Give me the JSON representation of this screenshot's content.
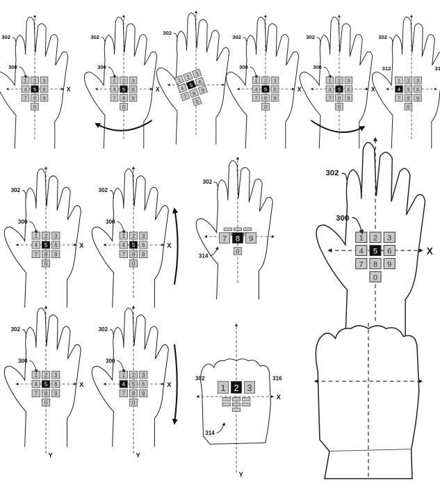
{
  "labels": {
    "hand": "302",
    "keypad": "300",
    "x_axis": "X",
    "y_axis": "Y",
    "ref_312": "312",
    "ref_314": "314",
    "ref_316": "316",
    "ref_partial": "31"
  },
  "keys": [
    "1",
    "2",
    "3",
    "4",
    "5",
    "6",
    "7",
    "8",
    "9",
    "0"
  ],
  "highlighted_key_default": "5",
  "highlighted_key_fist": "2",
  "highlighted_key_row": "8"
}
